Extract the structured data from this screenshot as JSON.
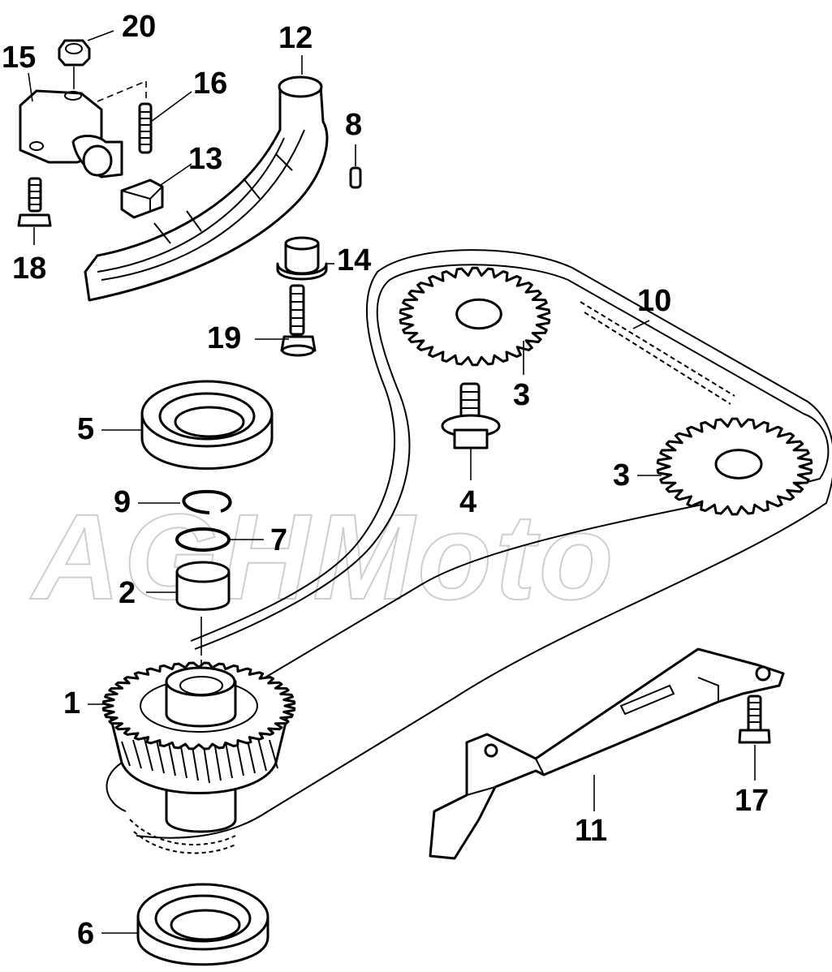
{
  "watermark": {
    "text": "AGHMoto"
  },
  "callouts": {
    "c1": "1",
    "c2": "2",
    "c3a": "3",
    "c3b": "3",
    "c4": "4",
    "c5": "5",
    "c6": "6",
    "c7": "7",
    "c8": "8",
    "c9": "9",
    "c10": "10",
    "c11": "11",
    "c12": "12",
    "c13": "13",
    "c14": "14",
    "c15": "15",
    "c16": "16",
    "c17": "17",
    "c18": "18",
    "c19": "19",
    "c20": "20"
  },
  "colors": {
    "line": "#000000",
    "background": "#ffffff",
    "watermark": "#c9c9c9"
  }
}
